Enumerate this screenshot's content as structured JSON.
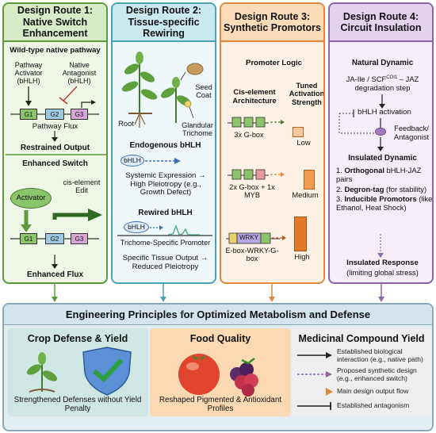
{
  "routes": [
    {
      "title": "Design Route 1:\nNative Switch Enhancement",
      "wild_type_label": "Wild-type native pathway",
      "pathway_activator": "Pathway Activator (bHLH)",
      "native_antagonist": "Native Antagonist (bHLH)",
      "genes": [
        "G1",
        "G2",
        "G3"
      ],
      "pathway_flux": "Pathway Flux",
      "restrained_output": "Restrained Output",
      "enhanced_switch": "Enhanced Switch",
      "activator": "Activator",
      "cis_edit": "cis-element Edit",
      "enhanced_flux": "Enhanced Flux"
    },
    {
      "title": "Design Route 2:\nTissue-specific Rewiring",
      "root": "Root",
      "seed_coat": "Seed Coat",
      "glandular_trichome": "Glandular Trichome",
      "endogenous_bhlh": "Endogenous bHLH",
      "bhlh": "bHLH",
      "systemic_expression": "Systemic Expression → High Pleiotropy (e.g., Growth Defect)",
      "rewired_bhlh": "Rewired bHLH",
      "trichome_promoter": "Trichome-Specific Promoter",
      "specific_output": "Specific Tissue Output → Reduced Pleiotropy"
    },
    {
      "title": "Design Route 3:\nSynthetic Promotors",
      "promoter_logic": "Promoter Logic",
      "cis_architecture": "Cis-element Architecture",
      "tuned_strength": "Tuned Activation Strength",
      "rows": [
        {
          "label": "3x G-box",
          "level": "Low",
          "fraction": 0.3
        },
        {
          "label": "2x G-box + 1x MYB",
          "level": "Medium",
          "fraction": 0.6
        },
        {
          "label": "E-box-WRKY-G-box",
          "level": "High",
          "fraction": 1.0
        }
      ],
      "wrky": "WRKY"
    },
    {
      "title": "Design Route 4:\nCircuit Insulation",
      "natural_dynamic": "Natural Dynamic",
      "ja_step_a": "JA-Ile / SCF",
      "ja_step_sup": "COI1",
      "ja_step_b": "– JAZ degradation step",
      "bhlh_activation": "bHLH activation",
      "feedback": "Feedback/ Antagonist",
      "insulated_dynamic": "Insulated Dynamic",
      "items": [
        {
          "n": "1.",
          "bold": "Orthogonal",
          "rest": " bHLH-JAZ pairs"
        },
        {
          "n": "2.",
          "bold": "Degron-tag",
          "rest": " (for stability)"
        },
        {
          "n": "3.",
          "bold": "Inducible Promotors",
          "rest": " (like Ethanol, Heat Shock)"
        }
      ],
      "insulated_response": "Insulated Response",
      "limiting": "(limiting global stress)"
    }
  ],
  "principles_title": "Engineering Principles for Optimized Metabolism and Defense",
  "panels": {
    "crop": {
      "title": "Crop Defense & Yield",
      "caption": "Strengthened Defenses without Yield Penalty"
    },
    "food": {
      "title": "Food Quality",
      "caption": "Reshaped Pigmented & Antioxidant Profiles"
    },
    "medicinal": {
      "title": "Medicinal Compound Yield"
    }
  },
  "legend": [
    {
      "kind": "solid",
      "text": "Established biological interaction (e.g., native path)"
    },
    {
      "kind": "dashed",
      "text": "Proposed synthetic design (e.g., enhanced switch)"
    },
    {
      "kind": "gradient",
      "text": "Main design output flow"
    },
    {
      "kind": "tbar",
      "text": "Established antagonism"
    }
  ],
  "colors": {
    "green": "#5c9a3d",
    "green_bg": "#eef6e6",
    "green_head": "#d6ebc6",
    "blue": "#4aa3b5",
    "blue_bg": "#eef8fb",
    "blue_head": "#c9e8f0",
    "orange": "#e0893a",
    "orange_bg": "#fdf1e5",
    "orange_head": "#fbdcb8",
    "purple": "#8f63a8",
    "purple_bg": "#f5eef8",
    "purple_head": "#e3d2ee"
  }
}
